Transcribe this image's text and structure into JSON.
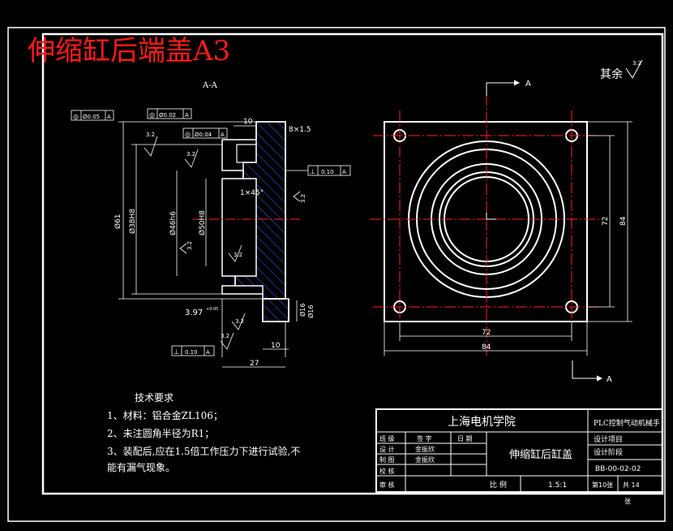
{
  "sheet_title": "伸缩缸后端盖A3",
  "section_label": "A-A",
  "view_arrow_label": "A",
  "surface_default": "其余",
  "surface_default_value": "3.2",
  "section_dims": {
    "d_top_width": "10",
    "d_chamfer_top": "8×1.5",
    "d_chamfer_inner": "1×45°",
    "d_bore1": "Ø38H8",
    "d_bore2": "Ø46h6",
    "d_bore3": "Ø50H8",
    "d_outer": "Ø61",
    "d_right_small": "10",
    "d_total_width": "27",
    "d_tol_bottom": "3.97",
    "d_tol_bottom_sup": "+0.05",
    "d_right_side": "Ø16",
    "d_right_side2": "Ø16",
    "roughness": [
      "3.2",
      "3.2",
      "3.2",
      "3.2",
      "3.2",
      "3.2",
      "3.2"
    ]
  },
  "tolerance_frames": [
    {
      "symbol": "◎",
      "value": "Ø0.05",
      "datum": "A"
    },
    {
      "symbol": "◎",
      "value": "Ø0.02",
      "datum": "A"
    },
    {
      "symbol": "◎",
      "value": "Ø0.04",
      "datum": "A"
    },
    {
      "symbol": "⊥",
      "value": "0.10",
      "datum": "A"
    },
    {
      "symbol": "⊥",
      "value": "0.10",
      "datum": "A"
    }
  ],
  "plan_dims": {
    "inner_w": "72",
    "outer_w": "84",
    "inner_h": "72",
    "outer_h": "84"
  },
  "tech_requirements": {
    "heading": "技术要求",
    "items": [
      "1、材料：铝合金ZL106；",
      "2、未注圆角半径为R1；",
      "3、装配后,应在1.5倍工作压力下进行试验,不",
      "能有漏气现象。"
    ]
  },
  "title_block": {
    "school": "上海电机学院",
    "project": "PLC控制气动机械手",
    "part_name": "伸缩缸后缸盖",
    "row_labels": [
      "班 级",
      "设 计",
      "制 图",
      "校 核",
      "审 核"
    ],
    "sign_header": "签 字",
    "date_header": "日 期",
    "signer1": "金振欣",
    "signer2": "金振欣",
    "design_proj": "设计项目",
    "design_stage": "设计阶段",
    "drawing_no": "BB-00-02-02",
    "scale_label": "比  例",
    "scale_value": "1.5:1",
    "sheet_no": "第10张",
    "sheet_total_label": "共  14",
    "sheet_unit": "张"
  },
  "colors": {
    "background": "#000000",
    "line": "#ffffff",
    "center_line": "#ff2020",
    "hatch": "#3a5cff",
    "title": "#ff1a1a"
  }
}
